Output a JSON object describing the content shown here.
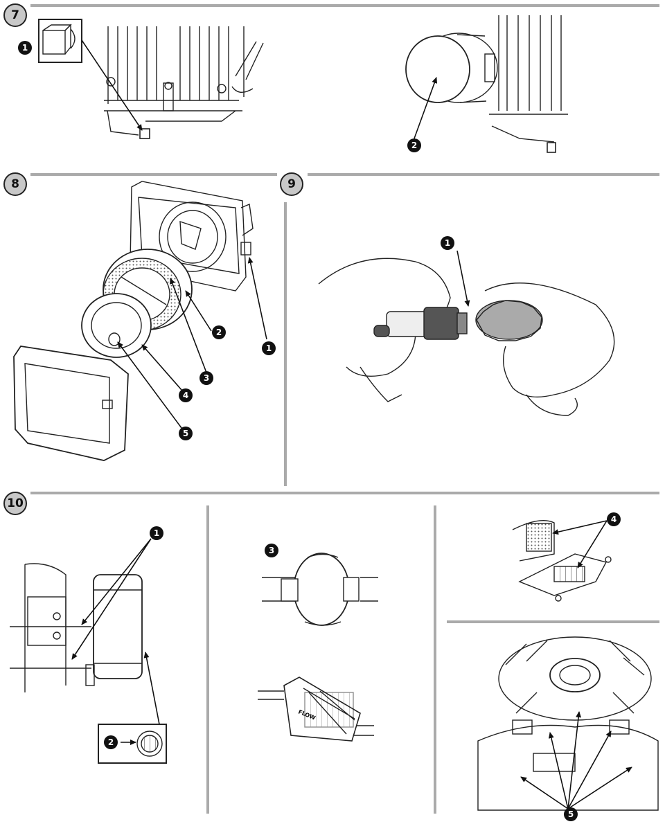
{
  "steps": {
    "s7": "7",
    "s8": "8",
    "s9": "9",
    "s10": "10"
  },
  "callouts": {
    "c7_1": "1",
    "c7_2": "2",
    "c8_1": "1",
    "c8_2": "2",
    "c8_3": "3",
    "c8_4": "4",
    "c8_5": "5",
    "c9_1": "1",
    "c10_1": "1",
    "c10_2": "2",
    "c10_3": "3",
    "c10_4": "4",
    "c10_5": "5"
  },
  "labels": {
    "flow": "FLOW"
  }
}
